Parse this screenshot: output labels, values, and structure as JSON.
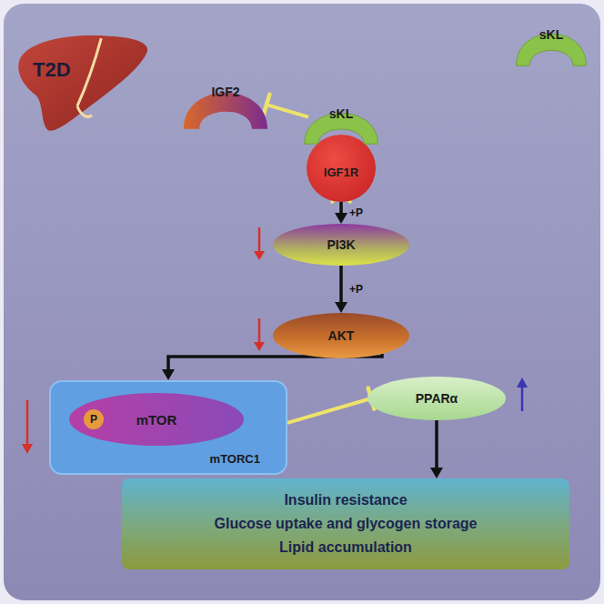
{
  "diagram": {
    "nodes": [
      {
        "text": [
          "T2D"
        ]
      },
      {
        "text": [
          "IGF2"
        ]
      },
      {
        "text": [
          "sKL"
        ]
      },
      {
        "text": [
          "sKL"
        ]
      },
      {
        "text": [
          "IGF1R"
        ]
      },
      {
        "text": [
          "PI3K"
        ]
      },
      {
        "text": [
          "AKT"
        ]
      },
      {
        "text": [
          "mTORC1"
        ]
      },
      {
        "text": [
          "mTOR"
        ],
        "in": 7
      },
      {
        "text": [
          "P"
        ],
        "in": 8
      },
      {
        "text": [
          "PPARα"
        ]
      },
      {
        "text": [
          "Insulin resistance",
          "Glucose uptake and glycogen storage",
          "Lipid accumulation"
        ]
      }
    ],
    "edges": [
      {
        "from": 3,
        "to": 1,
        "arrow": "to"
      },
      {
        "from": 4,
        "to": 5,
        "arrow": "to",
        "label": "+P"
      },
      {
        "from": 5,
        "to": 6,
        "arrow": "to",
        "label": "+P"
      },
      {
        "from": 6,
        "to": 7,
        "arrow": "to"
      },
      {
        "from": 7,
        "to": 10,
        "arrow": "to"
      },
      {
        "from": 10,
        "to": 11,
        "arrow": "to"
      }
    ]
  }
}
